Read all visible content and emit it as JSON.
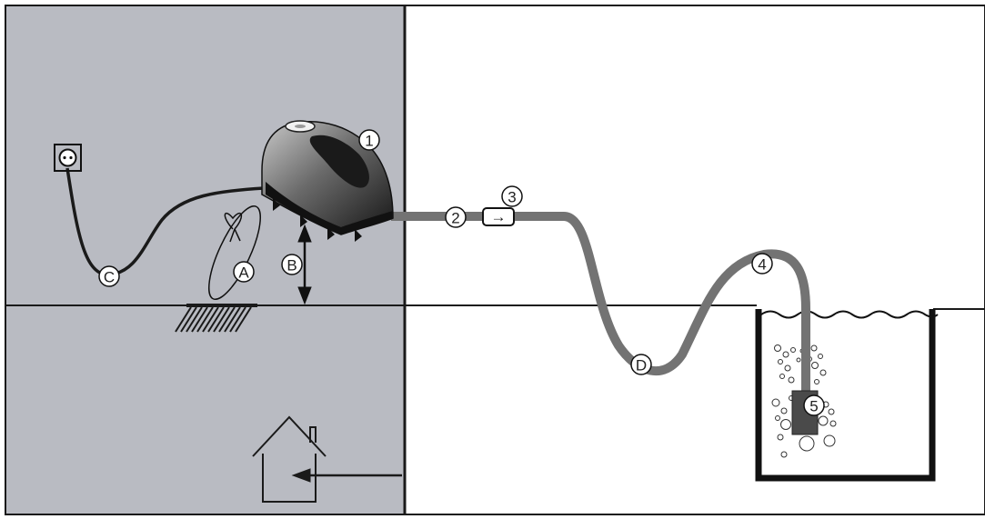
{
  "labels": {
    "pump": "1",
    "hose": "2",
    "check_valve": "3",
    "hose_bend": "4",
    "air_stone": "5",
    "anchor_loop": "A",
    "height": "B",
    "drip_loop": "C",
    "hose_loop": "D"
  },
  "check_valve_arrow": "→",
  "colors": {
    "indoor_area": "#b9bbc2",
    "hose": "#737373",
    "lines": "#1a1a1a"
  }
}
